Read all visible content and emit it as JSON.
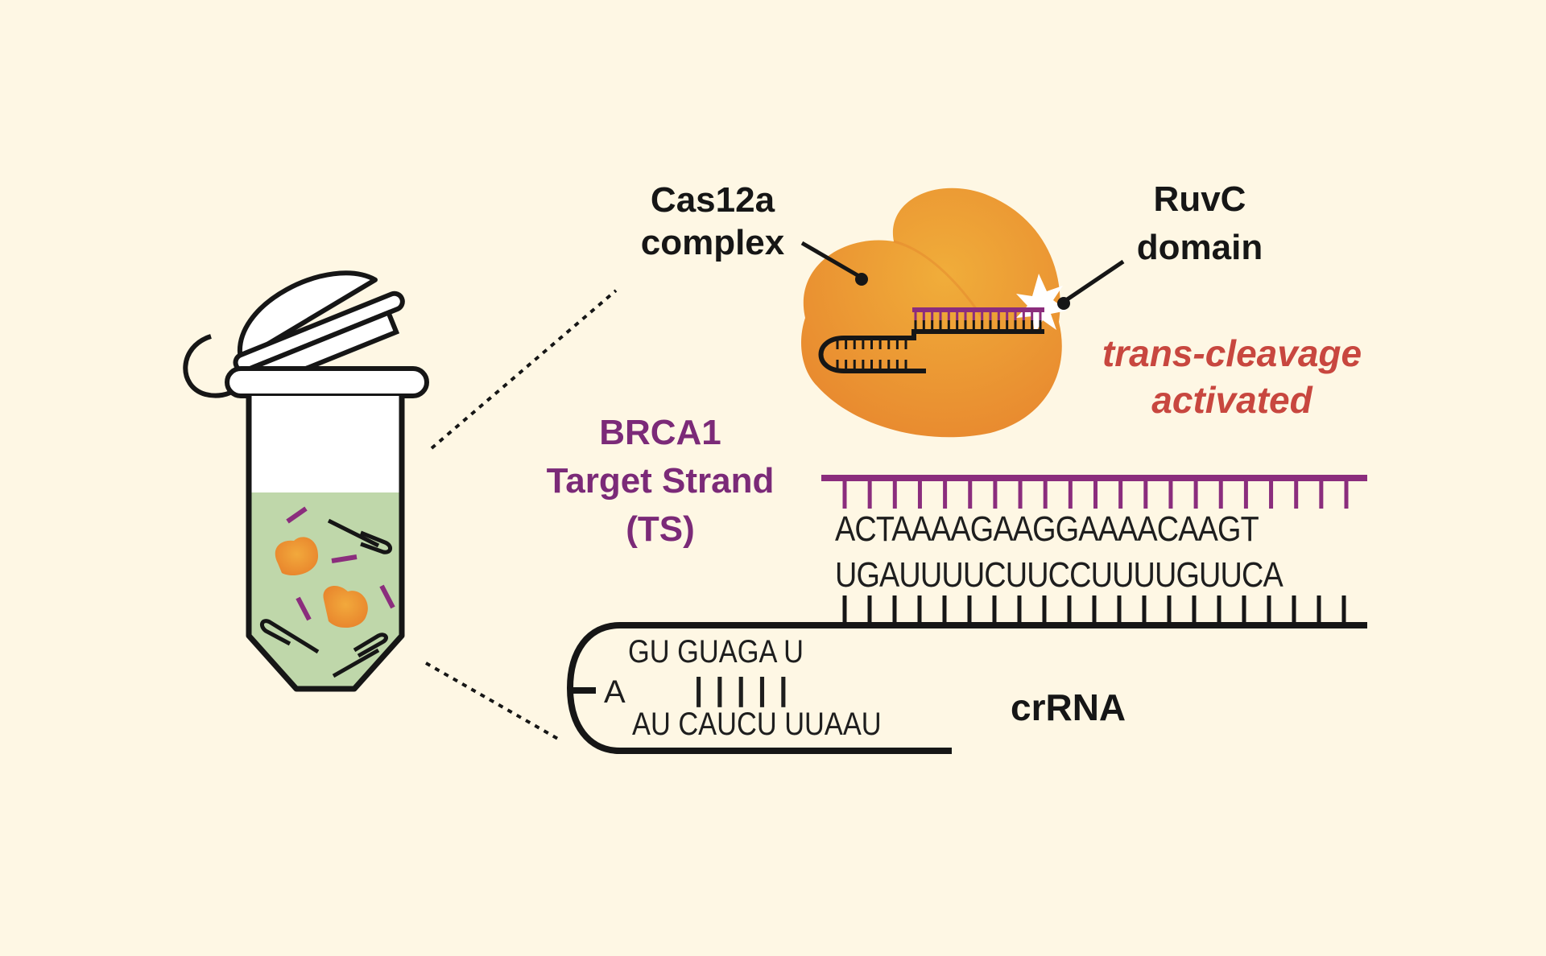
{
  "labels": {
    "cas12a_line1": "Cas12a",
    "cas12a_line2": "complex",
    "ruvc_line1": "RuvC",
    "ruvc_line2": "domain",
    "trans_line1": "trans-cleavage",
    "trans_line2": "activated",
    "target_line1": "BRCA1",
    "target_line2": "Target Strand",
    "target_line3": "(TS)",
    "crrna": "crRNA"
  },
  "sequences": {
    "target_strand": "ACTAAAAGAAGGAAAACAAGT",
    "crrna_spacer": "UGAUUUUCUUCCUUUUGUUCA",
    "loop_top": "GU GUAGA U",
    "loop_bases": "| | | | |",
    "loop_tip": "A",
    "loop_bottom": "AU CAUCU UUAAU"
  },
  "counts": {
    "target_ticks": 21,
    "spacer_ticks": 21,
    "stem_pairs": 5
  },
  "colors": {
    "background": "#fef7e4",
    "protein_orange": "#e8892f",
    "protein_highlight": "#f0ad3a",
    "target_purple": "#8b2d7d",
    "strand_black": "#161616",
    "trans_red": "#c8473f",
    "liquid_green": "#bfd7aa",
    "tube_white": "#ffffff"
  }
}
